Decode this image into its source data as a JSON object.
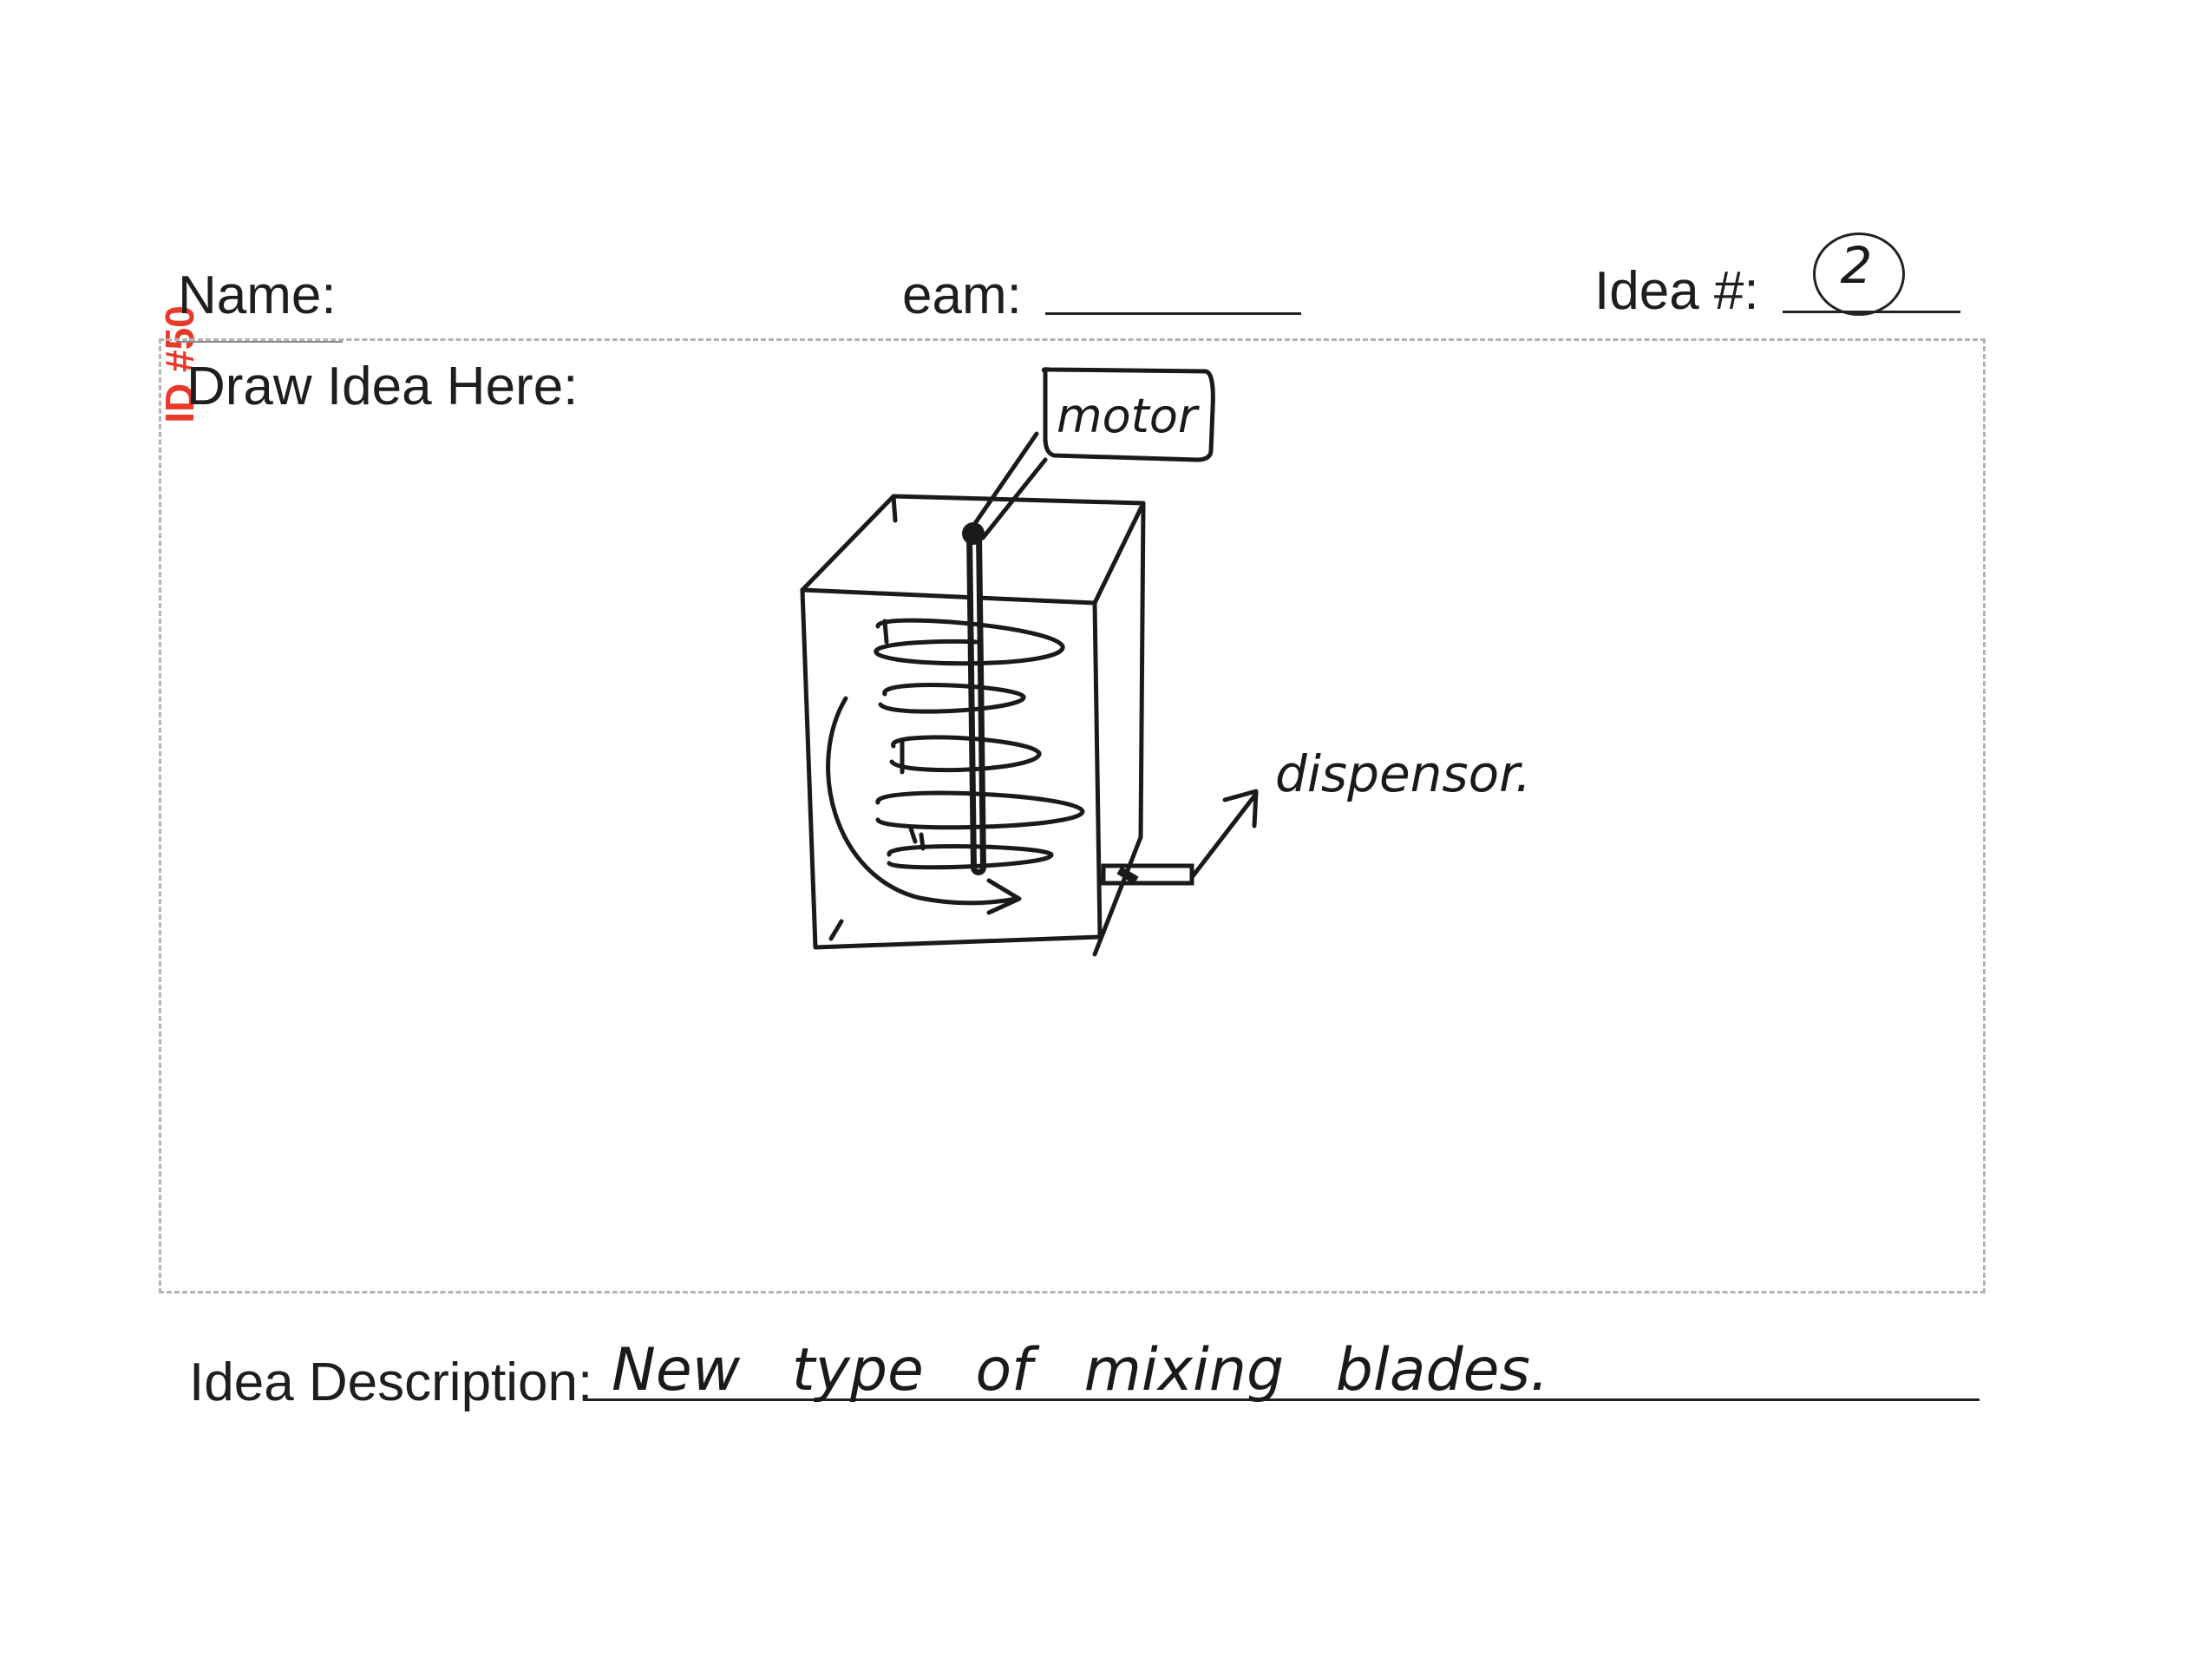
{
  "form": {
    "id_stamp": "ID #50",
    "name_label": "Name:",
    "team_label": "eam:",
    "idea_number_label": "Idea #:",
    "idea_number_value": "2",
    "draw_label": "Draw Idea Here:",
    "description_label": "Idea Description:",
    "description_value": "New type of mixing blades."
  },
  "sketch": {
    "motor_label": "motor",
    "dispenser_label": "dispensor."
  }
}
